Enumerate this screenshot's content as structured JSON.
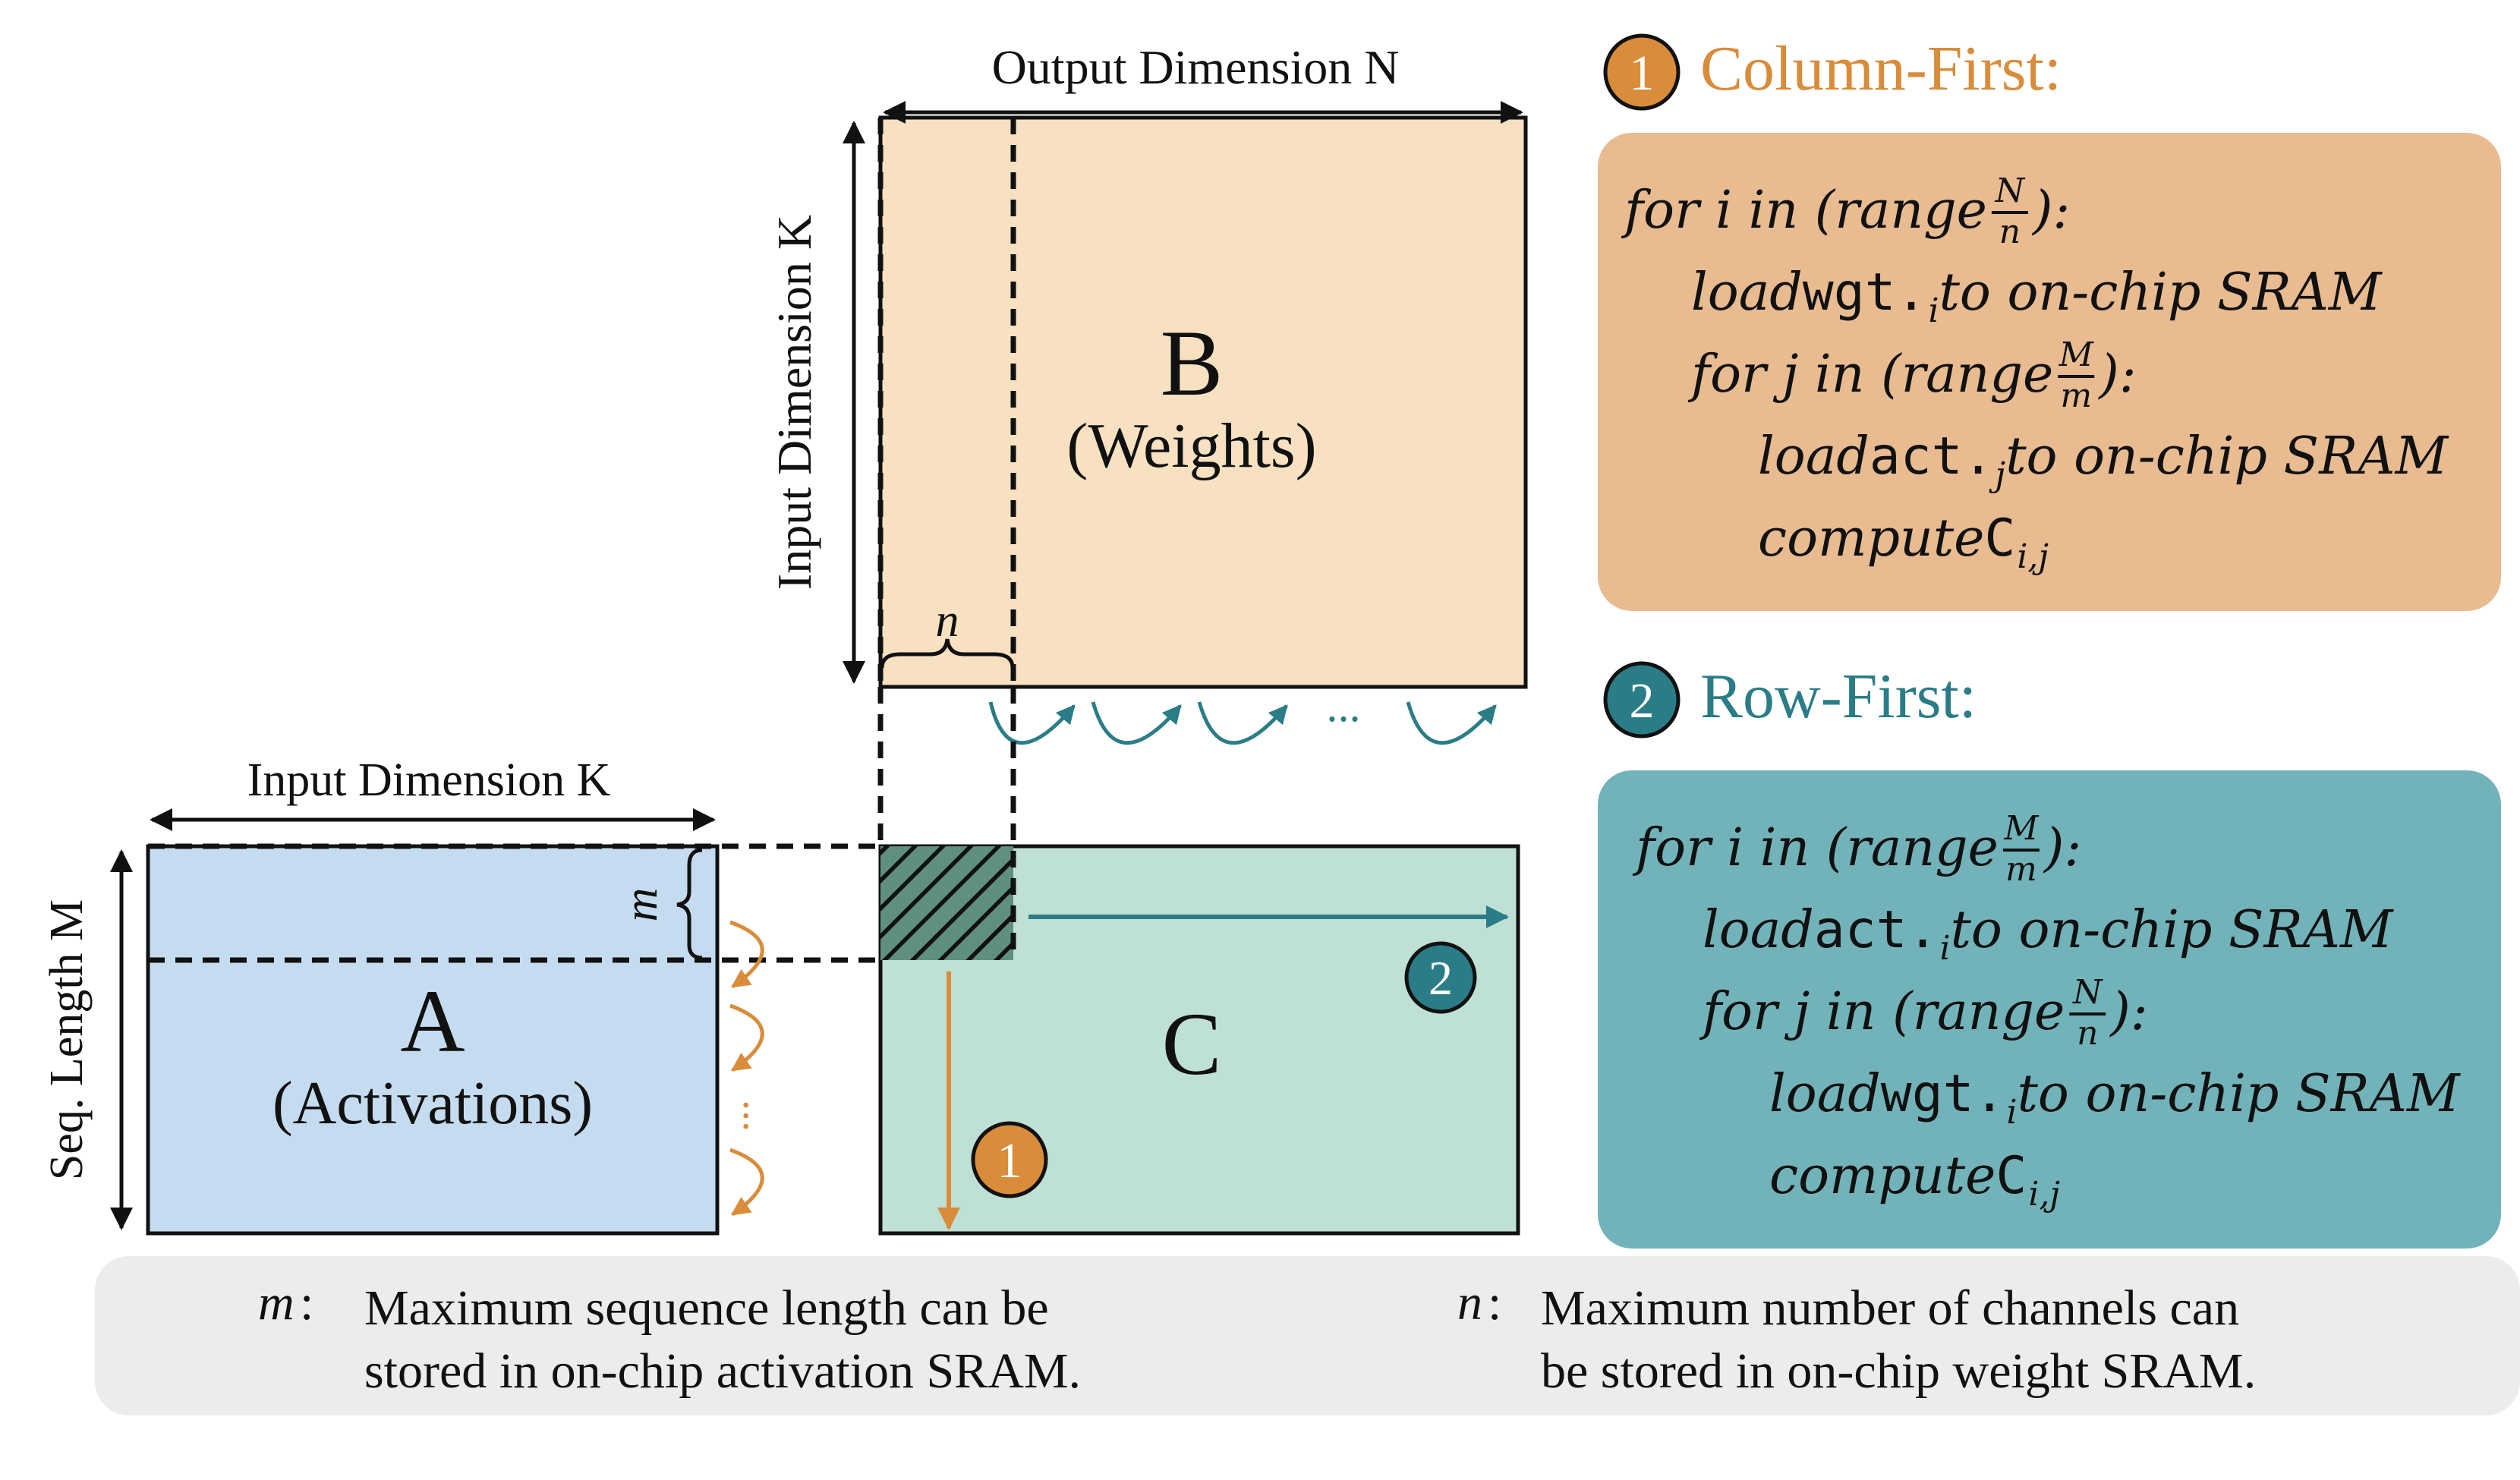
{
  "colors": {
    "weights_fill": "#f7e1c1",
    "activations_fill": "#c5dbef",
    "output_fill": "#bfe0d4",
    "orange": "#d98c3a",
    "orange_panel": "#e8bb91",
    "teal": "#2a7d87",
    "teal_panel": "#72b3ba",
    "legend_bg": "#ececea",
    "ink": "#111111"
  },
  "matrix_b": {
    "letter": "B",
    "caption": "(Weights)",
    "top_label": "Output Dimension N",
    "side_label": "Input Dimension K",
    "tile_label": "n"
  },
  "matrix_a": {
    "letter": "A",
    "caption": "(Activations)",
    "top_label": "Input Dimension K",
    "side_label": "Seq. Length M",
    "tile_label": "m"
  },
  "matrix_c": {
    "letter": "C"
  },
  "ellipsis": "...",
  "column_first": {
    "badge": "1",
    "title": "Column-First:",
    "lines": [
      {
        "pre": "for i in (range",
        "frac_num": "N",
        "frac_den": "n",
        "post": "):"
      },
      {
        "pre": "load ",
        "token": "wgt.",
        "sub": "i",
        "post": " to on-chip SRAM"
      },
      {
        "pre": "for j in (range",
        "frac_num": "M",
        "frac_den": "m",
        "post": "):"
      },
      {
        "pre": "load ",
        "token": "act.",
        "sub": "j",
        "post": " to on-chip SRAM"
      },
      {
        "pre": "compute ",
        "token": "C",
        "sub": "i,j",
        "post": ""
      }
    ]
  },
  "row_first": {
    "badge": "2",
    "title": "Row-First:",
    "lines": [
      {
        "pre": "for i in (range",
        "frac_num": "M",
        "frac_den": "m",
        "post": "):"
      },
      {
        "pre": "load ",
        "token": "act.",
        "sub": "i",
        "post": " to on-chip SRAM"
      },
      {
        "pre": "for j in (range",
        "frac_num": "N",
        "frac_den": "n",
        "post": "):"
      },
      {
        "pre": "load ",
        "token": "wgt.",
        "sub": "i",
        "post": " to on-chip SRAM"
      },
      {
        "pre": "compute ",
        "token": "C",
        "sub": "i,j",
        "post": ""
      }
    ]
  },
  "legend": {
    "m_symbol": "m",
    "m_colon": ":",
    "m_line1": "Maximum sequence length can be",
    "m_line2": "stored in on-chip activation SRAM.",
    "n_symbol": "n",
    "n_colon": ":",
    "n_line1": "Maximum number of channels can",
    "n_line2": "be stored in on-chip weight SRAM."
  }
}
